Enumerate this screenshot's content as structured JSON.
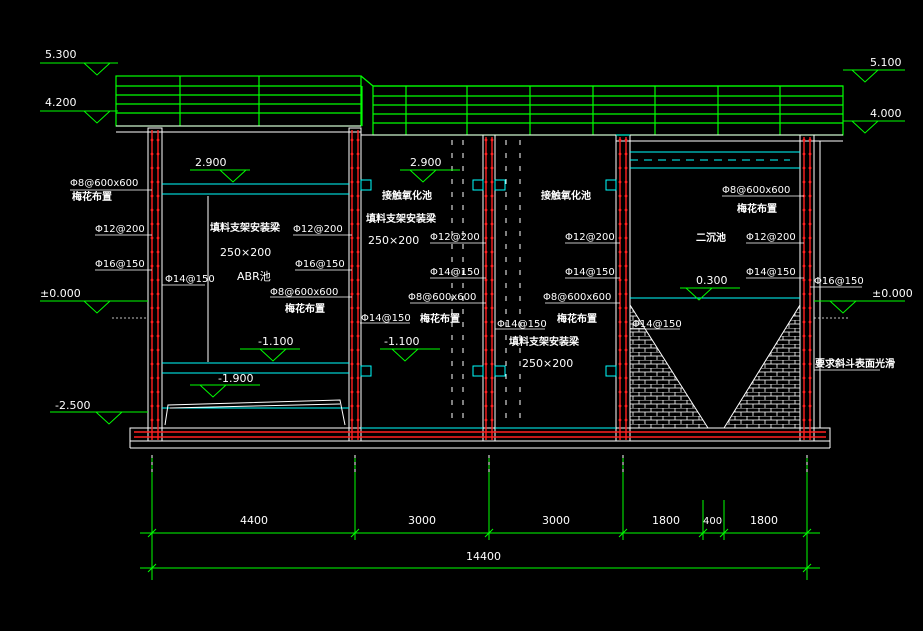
{
  "colors": {
    "background": "#000000",
    "wall": "#ffffff",
    "cyan": "#00ffff",
    "rebar": "#ff2020",
    "green": "#00ff00",
    "label": "#ffffff"
  },
  "levels": {
    "left_top": "5.300",
    "left_slab": "4.200",
    "left_ground": "±0.000",
    "left_bottom": "-2.500",
    "right_top": "5.100",
    "right_slab": "4.000",
    "right_ground": "±0.000"
  },
  "inner_levels": {
    "abr_top": "2.900",
    "abr_mid": "-1.100",
    "abr_bottom": "-1.900",
    "aer_top": "2.900",
    "aer_mid": "-1.100",
    "clar_top": "0.300"
  },
  "tanks": {
    "abr": "ABR池",
    "aeration_1": "接触氧化池",
    "aeration_2": "接触氧化池",
    "clarifier": "二沉池"
  },
  "rebar_labels": {
    "l1": "Φ8@600x600",
    "l1b": "梅花布置",
    "l2": "Φ12@200",
    "l3": "Φ16@150",
    "l4": "Φ14@150",
    "l5": "Φ12@200",
    "l6": "Φ16@150",
    "l7": "Φ8@600x600",
    "l7b": "梅花布置",
    "l8": "Φ14@150",
    "l9": "Φ12@200",
    "l10": "Φ14@150",
    "l11": "Φ8@600x600",
    "l11b": "梅花布置",
    "l12": "Φ14@150",
    "l13": "Φ12@200",
    "l14": "Φ14@150",
    "l15": "Φ8@600x600",
    "l15b": "梅花布置",
    "l16": "Φ8@600x600",
    "l16b": "梅花布置",
    "l17": "Φ12@200",
    "l18": "Φ14@150",
    "l19": "Φ16@150",
    "l20": "Φ14@150"
  },
  "beams": {
    "b1_title": "填料支架安装梁",
    "b1_size": "250×200",
    "b2_title": "填料支架安装梁",
    "b2_size": "250×200",
    "b3_title": "填料支架安装梁",
    "b3_size": "250×200"
  },
  "notes": {
    "hopper_note": "要求斜斗表面光滑"
  },
  "dimensions": {
    "d1": "4400",
    "d2": "3000",
    "d3": "3000",
    "d4": "1800",
    "d5": "400",
    "d6": "1800",
    "total": "14400"
  }
}
